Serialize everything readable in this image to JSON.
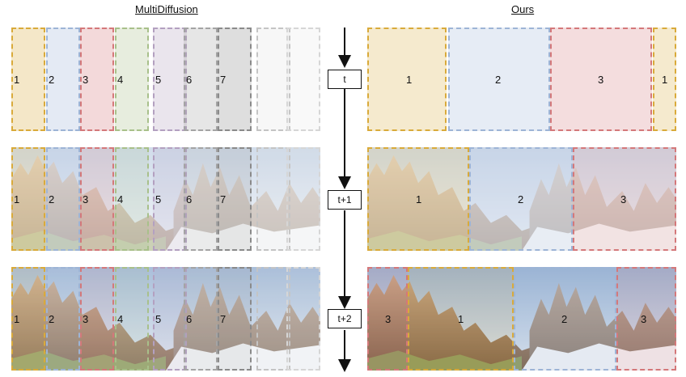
{
  "titles": {
    "left": "MultiDiffusion",
    "right": "Ours"
  },
  "steps": [
    "t",
    "t+1",
    "t+2"
  ],
  "colors": {
    "c1": "#d9aa3a",
    "c2": "#9db4d6",
    "c3": "#d4787a",
    "c4": "#a8c08a",
    "c5": "#b3a0c0",
    "c6": "#a4a4a4",
    "c7": "#8a8a8a",
    "c8": "#c4c4c4",
    "c9": "#d6d6d6"
  },
  "left_rows": [
    {
      "labels": [
        "1",
        "2",
        "3",
        "4",
        "5",
        "6",
        "7"
      ]
    },
    {
      "labels": [
        "1",
        "2",
        "3",
        "4",
        "5",
        "6",
        "7"
      ]
    },
    {
      "labels": [
        "1",
        "2",
        "3",
        "4",
        "5",
        "6",
        "7"
      ]
    }
  ],
  "right_rows": [
    {
      "labels": [
        "1",
        "2",
        "3",
        "1"
      ]
    },
    {
      "labels": [
        "1",
        "2",
        "3"
      ]
    },
    {
      "labels": [
        "3",
        "1",
        "2",
        "3"
      ]
    }
  ]
}
